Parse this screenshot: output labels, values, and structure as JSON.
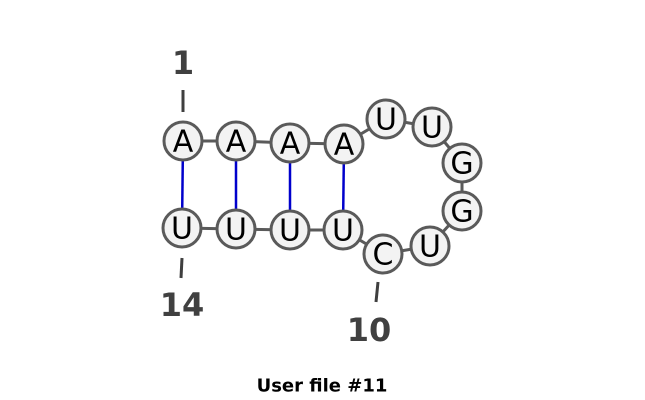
{
  "structure": {
    "sequence": [
      "A",
      "A",
      "A",
      "A",
      "U",
      "U",
      "G",
      "G",
      "U",
      "C",
      "U",
      "U",
      "U",
      "U"
    ],
    "base_pairs": [
      [
        1,
        14
      ],
      [
        2,
        13
      ],
      [
        3,
        12
      ],
      [
        4,
        11
      ]
    ],
    "index_labels": [
      {
        "position": 1,
        "text": "1"
      },
      {
        "position": 10,
        "text": "10"
      },
      {
        "position": 14,
        "text": "14"
      }
    ]
  },
  "caption": "User file #11",
  "colors": {
    "backbone": "#5a5a5a",
    "base_pair": "#0000cc",
    "node_fill": "#f3f3f3",
    "label": "#404040"
  }
}
